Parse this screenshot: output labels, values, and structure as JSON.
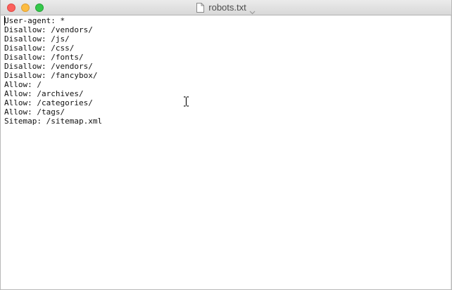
{
  "window": {
    "title": "robots.txt",
    "icons": {
      "document": "document-icon",
      "menu": "chevron-down-icon",
      "close": "close-button",
      "minimize": "minimize-button",
      "zoom": "zoom-button"
    },
    "colors": {
      "close": "#fc605c",
      "minimize": "#fdbc40",
      "zoom": "#34c84a"
    }
  },
  "editor": {
    "lines": [
      "User-agent: *",
      "Disallow: /vendors/",
      "Disallow: /js/",
      "Disallow: /css/",
      "Disallow: /fonts/",
      "Disallow: /vendors/",
      "Disallow: /fancybox/",
      "Allow: /",
      "Allow: /archives/",
      "Allow: /categories/",
      "Allow: /tags/",
      "Sitemap: /sitemap.xml"
    ]
  }
}
